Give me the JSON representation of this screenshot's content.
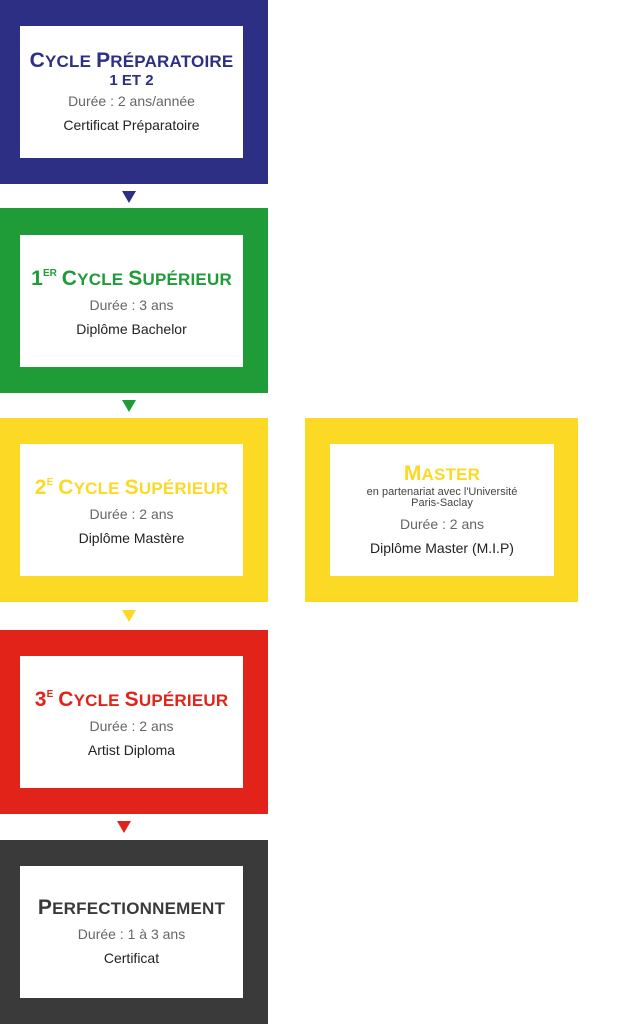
{
  "colors": {
    "prep": "#2d2f84",
    "first": "#1f9b38",
    "second": "#fcd924",
    "master": "#fcd924",
    "third": "#e2231a",
    "perf": "#3a3a3a"
  },
  "prep": {
    "title": "Cycle Préparatoire",
    "subtitle": "1 ET 2",
    "duration": "Durée : 2 ans/année",
    "diploma": "Certificat Préparatoire"
  },
  "first": {
    "ordinal": "1",
    "ordinal_suffix": "ER",
    "title": "Cycle Supérieur",
    "duration": "Durée : 3 ans",
    "diploma": "Diplôme Bachelor"
  },
  "second": {
    "ordinal": "2",
    "ordinal_suffix": "E",
    "title": "Cycle Supérieur",
    "duration": "Durée : 2 ans",
    "diploma": "Diplôme Mastère"
  },
  "master": {
    "title": "Master",
    "note": "en partenariat avec l'Université Paris-Saclay",
    "duration": "Durée : 2 ans",
    "diploma": "Diplôme Master (M.I.P)"
  },
  "third": {
    "ordinal": "3",
    "ordinal_suffix": "E",
    "title": "Cycle Supérieur",
    "duration": "Durée : 2 ans",
    "diploma": "Artist Diploma"
  },
  "perf": {
    "title": "Perfectionnement",
    "duration": "Durée : 1 à 3 ans",
    "diploma": "Certificat"
  }
}
